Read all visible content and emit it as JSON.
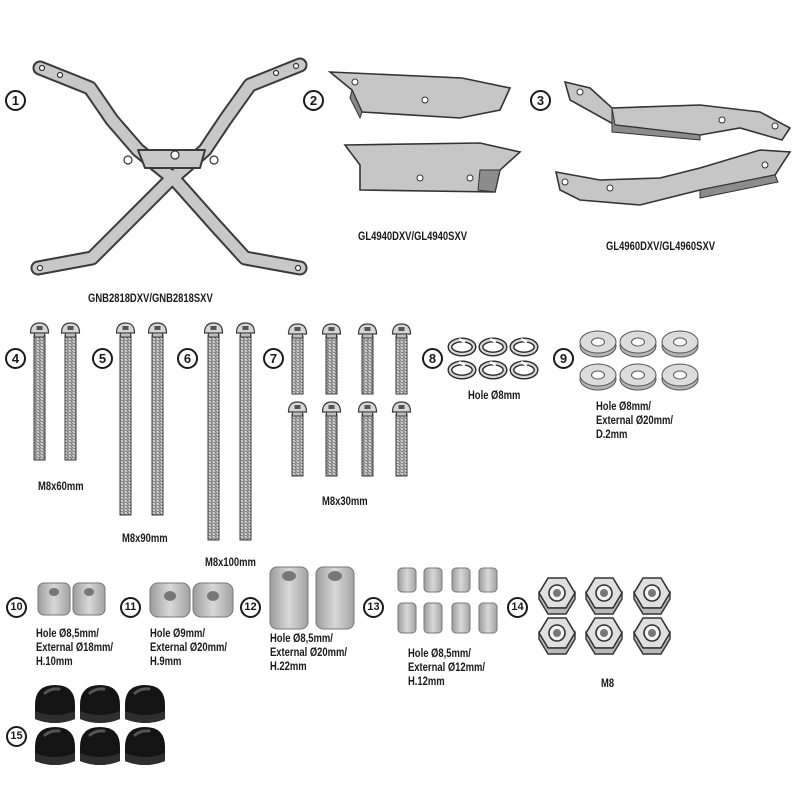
{
  "items": [
    {
      "num": "1",
      "label": [
        "GNB2818DXV/GNB2818SXV"
      ]
    },
    {
      "num": "2",
      "label": [
        "GL4940DXV/GL4940SXV"
      ]
    },
    {
      "num": "3",
      "label": [
        "GL4960DXV/GL4960SXV"
      ]
    },
    {
      "num": "4",
      "label": [
        "M8x60mm"
      ]
    },
    {
      "num": "5",
      "label": [
        "M8x90mm"
      ]
    },
    {
      "num": "6",
      "label": [
        "M8x100mm"
      ]
    },
    {
      "num": "7",
      "label": [
        "M8x30mm"
      ]
    },
    {
      "num": "8",
      "label": [
        "Hole Ø8mm"
      ]
    },
    {
      "num": "9",
      "label": [
        "Hole Ø8mm/",
        "External Ø20mm/",
        "D.2mm"
      ]
    },
    {
      "num": "10",
      "label": [
        "Hole Ø8,5mm/",
        "External Ø18mm/",
        "H.10mm"
      ]
    },
    {
      "num": "11",
      "label": [
        "Hole Ø9mm/",
        "External Ø20mm/",
        "H.9mm"
      ]
    },
    {
      "num": "12",
      "label": [
        "Hole Ø8,5mm/",
        "External Ø20mm/",
        "H.22mm"
      ]
    },
    {
      "num": "13",
      "label": [
        "Hole Ø8,5mm/",
        "External Ø12mm/",
        "H.12mm"
      ]
    },
    {
      "num": "14",
      "label": [
        "M8"
      ]
    },
    {
      "num": "15",
      "label": []
    }
  ],
  "colors": {
    "metal": "#c8c8c8",
    "outline": "#3a3a3a",
    "cap": "#111111"
  }
}
